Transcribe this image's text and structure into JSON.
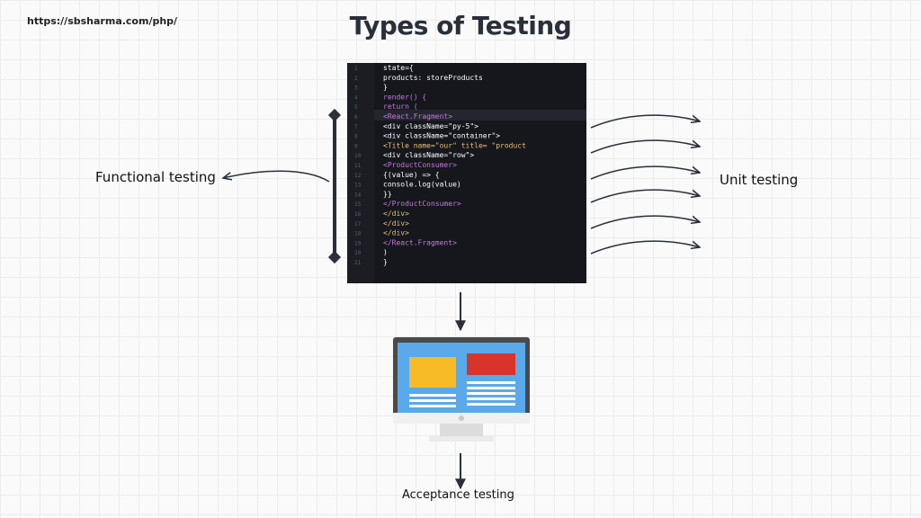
{
  "header": {
    "url": "https://sbsharma.com/php/",
    "title": "Types of Testing"
  },
  "labels": {
    "functional": "Functional testing",
    "unit": "Unit testing",
    "acceptance": "Acceptance testing"
  },
  "code_lines": [
    "state={",
    "  products: storeProducts",
    "}",
    "render() {",
    "  return (",
    "    <React.Fragment>",
    "      <div className=\"py-5\">",
    "        <div className=\"container\">",
    "          <Title name=\"our\" title= \"product",
    "          <div className=\"row\">",
    "            <ProductConsumer>",
    "              {(value) => {",
    "                console.log(value)",
    "              }}",
    "            </ProductConsumer>",
    "          </div>",
    "        </div>",
    "      </div>",
    "    </React.Fragment>",
    "  )",
    "}"
  ],
  "colors": {
    "title": "#2a2f3a",
    "arrow": "#2a2f3a",
    "screen_blue": "#5aa9ea",
    "box_yellow": "#f6bb26",
    "box_red": "#d8342c",
    "monitor_frame": "#4a4a4a"
  }
}
